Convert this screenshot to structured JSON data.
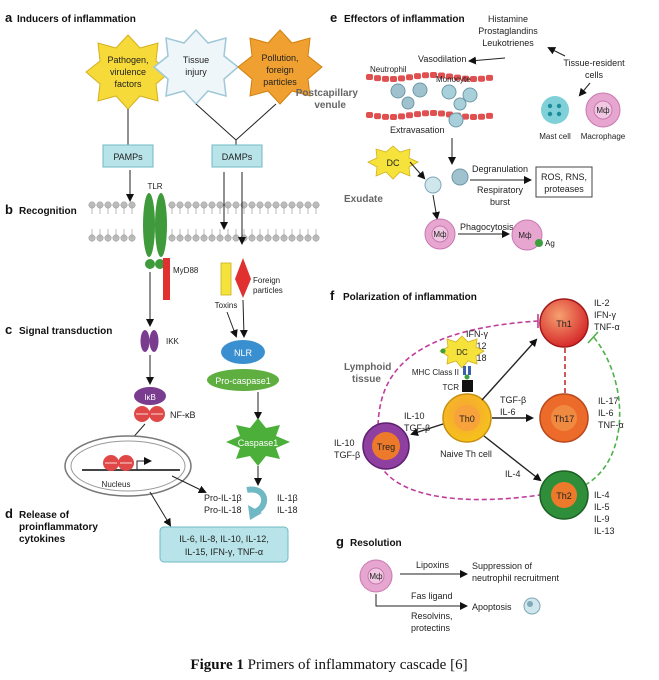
{
  "panels": {
    "a": {
      "letter": "a",
      "title": "Inducers of inflammation"
    },
    "b": {
      "letter": "b",
      "title": "Recognition"
    },
    "c": {
      "letter": "c",
      "title": "Signal transduction"
    },
    "d": {
      "letter": "d",
      "title_line1": "Release of",
      "title_line2": "proinflammatory",
      "title_line3": "cytokines"
    },
    "e": {
      "letter": "e",
      "title": "Effectors of inflammation"
    },
    "f": {
      "letter": "f",
      "title": "Polarization of inflammation"
    },
    "g": {
      "letter": "g",
      "title": "Resolution"
    }
  },
  "inducers": {
    "pathogen": [
      "Pathogen,",
      "virulence",
      "factors"
    ],
    "tissue": [
      "Tissue",
      "injury"
    ],
    "pollution": [
      "Pollution,",
      "foreign",
      "particles"
    ],
    "pamps": "PAMPs",
    "damps": "DAMPs"
  },
  "recognition": {
    "tlr": "TLR",
    "myd88": "MyD88",
    "toxins": "Toxins",
    "foreign_particles": [
      "Foreign",
      "particles"
    ],
    "nlr": "NLR",
    "pro_caspase": "Pro-caspase1",
    "caspase": "Caspase1"
  },
  "transduction": {
    "ikk": "IKK",
    "ikb": "IκB",
    "nfkb": "NF-κB",
    "nucleus": "Nucleus"
  },
  "cytokines": {
    "pro_il1b": "Pro-IL-1β",
    "pro_il18": "Pro-IL-18",
    "il1b": "IL-1β",
    "il18": "IL-18",
    "box_line1": "IL-6, IL-8, IL-10, IL-12,",
    "box_line2": "IL-15, IFN-γ, TNF-α"
  },
  "effectors": {
    "mediators": [
      "Histamine",
      "Prostaglandins",
      "Leukotrienes"
    ],
    "vasodilation": "Vasodilation",
    "tissue_resident": [
      "Tissue-resident",
      "cells"
    ],
    "neutrophil": "Neutrophil",
    "monocyte": "Monocyte",
    "venule": [
      "Postcapillary",
      "venule"
    ],
    "extravasation": "Extravasation",
    "mast_cell": "Mast cell",
    "macrophage": "Macrophage",
    "mphi": "Mф",
    "dc": "DC",
    "degranulation": "Degranulation",
    "ros": [
      "ROS, RNS,",
      "proteases"
    ],
    "respiratory": [
      "Respiratory",
      "burst"
    ],
    "exudate": "Exudate",
    "phagocytosis": "Phagocytosis",
    "ag": "Ag"
  },
  "polarization": {
    "lymphoid": [
      "Lymphoid",
      "tissue"
    ],
    "th1": "Th1",
    "th1_cytokines": [
      "IL-2",
      "IFN-γ",
      "TNF-α"
    ],
    "th1_inputs": [
      "IFN-γ",
      "IL-12",
      "IL-18"
    ],
    "dc": "DC",
    "mhc": "MHC Class II",
    "tcr": "TCR",
    "th0": "Th0",
    "naive": "Naive Th cell",
    "tgf_il6": [
      "TGF-β",
      "IL-6"
    ],
    "th17": "Th17",
    "th17_cytokines": [
      "IL-17",
      "IL-6",
      "TNF-α"
    ],
    "treg_inputs": [
      "IL-10",
      "TGF-β"
    ],
    "treg": "Treg",
    "treg_cytokines": [
      "IL-10",
      "TGF-β"
    ],
    "il4": "IL-4",
    "th2": "Th2",
    "th2_cytokines": [
      "IL-4",
      "IL-5",
      "IL-9",
      "IL-13"
    ]
  },
  "resolution": {
    "mphi": "Mф",
    "lipoxins": "Lipoxins",
    "suppression": [
      "Suppression of",
      "neutrophil recruitment"
    ],
    "fas": "Fas ligand",
    "resolvins": [
      "Resolvins,",
      "protectins"
    ],
    "apoptosis": "Apoptosis"
  },
  "caption": {
    "label": "Figure 1",
    "text": " Primers of inflammatory cascade [6]"
  },
  "colors": {
    "yellow_burst": "#F5DA3A",
    "orange_burst": "#F0A030",
    "teal_box": "#B8E3E8",
    "tlr_green": "#3E9A3A",
    "red": "#E03030",
    "purple": "#7A3C8E",
    "nlr_blue": "#3A8FD0",
    "procasp_green": "#5EAE40",
    "th1_red": "#D62B2B",
    "th17_orange": "#EC6A2A",
    "th2_green": "#2E8E3A",
    "treg_purple": "#8E3FA0",
    "th0_yellow": "#F6C21A",
    "magenta_dash": "#C03C9C",
    "green_dash": "#4FB04A",
    "red_dash": "#C83030",
    "macrophage_pink": "#E7A6D0"
  }
}
